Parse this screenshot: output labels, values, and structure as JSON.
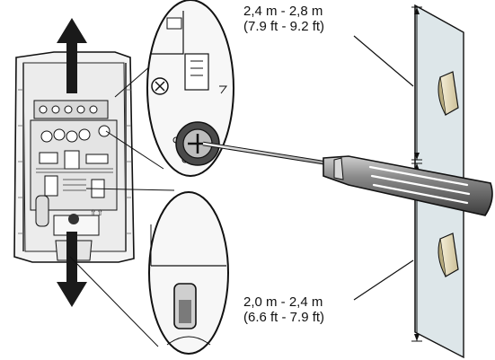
{
  "labels": {
    "upper_metric": "2,4 m - 2,8 m",
    "upper_imperial": "(7.9 ft - 9.2 ft)",
    "lower_metric": "2,0 m - 2,4 m",
    "lower_imperial": "(6.6 ft - 7.9 ft)"
  },
  "colors": {
    "line": "#111111",
    "device_body": "#f2f2f2",
    "pcb": "#e6e6e6",
    "wall": "#dde6e9",
    "sensor_face": "#e9e0c4",
    "handle": "#5a5a5a"
  },
  "icons": [
    "arrow-up-icon",
    "arrow-down-icon",
    "screwdriver-icon",
    "screw-icon"
  ]
}
